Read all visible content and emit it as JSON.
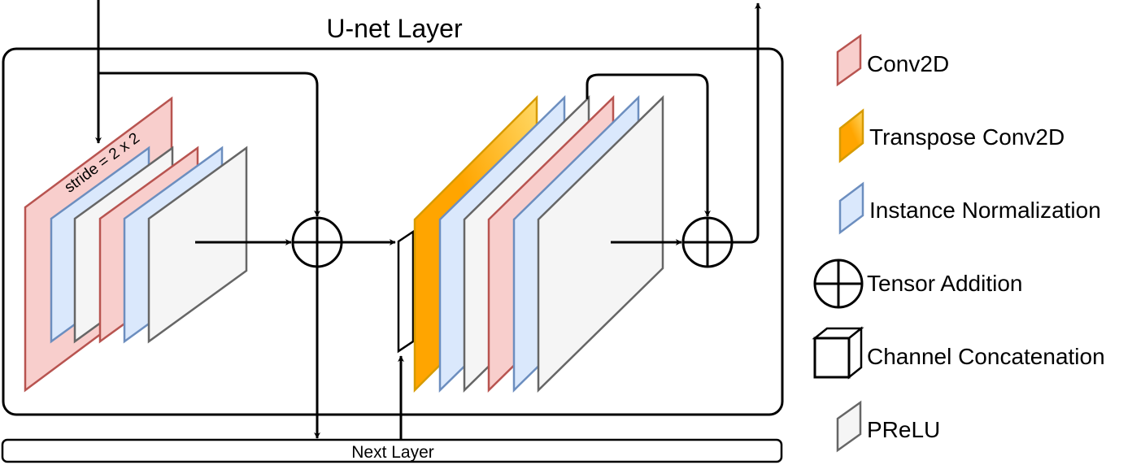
{
  "diagram": {
    "title": "U-net Layer",
    "next_layer_label": "Next Layer",
    "stride_label": "stride = 2 x 2"
  },
  "legend": {
    "conv2d": "Conv2D",
    "transpose_conv2d": "Transpose Conv2D",
    "instance_norm": "Instance Normalization",
    "tensor_addition": "Tensor Addition",
    "channel_concat": "Channel Concatenation",
    "prelu": "PReLU"
  },
  "colors": {
    "conv_fill": "#f8cecc",
    "conv_stroke": "#b85450",
    "norm_fill": "#dae8fc",
    "norm_stroke": "#6c8ebf",
    "prelu_fill": "#f5f5f5",
    "prelu_stroke": "#666666",
    "transpose_light": "#ffd966",
    "transpose_dark": "#ffa500",
    "transpose_stroke": "#d79b00"
  }
}
